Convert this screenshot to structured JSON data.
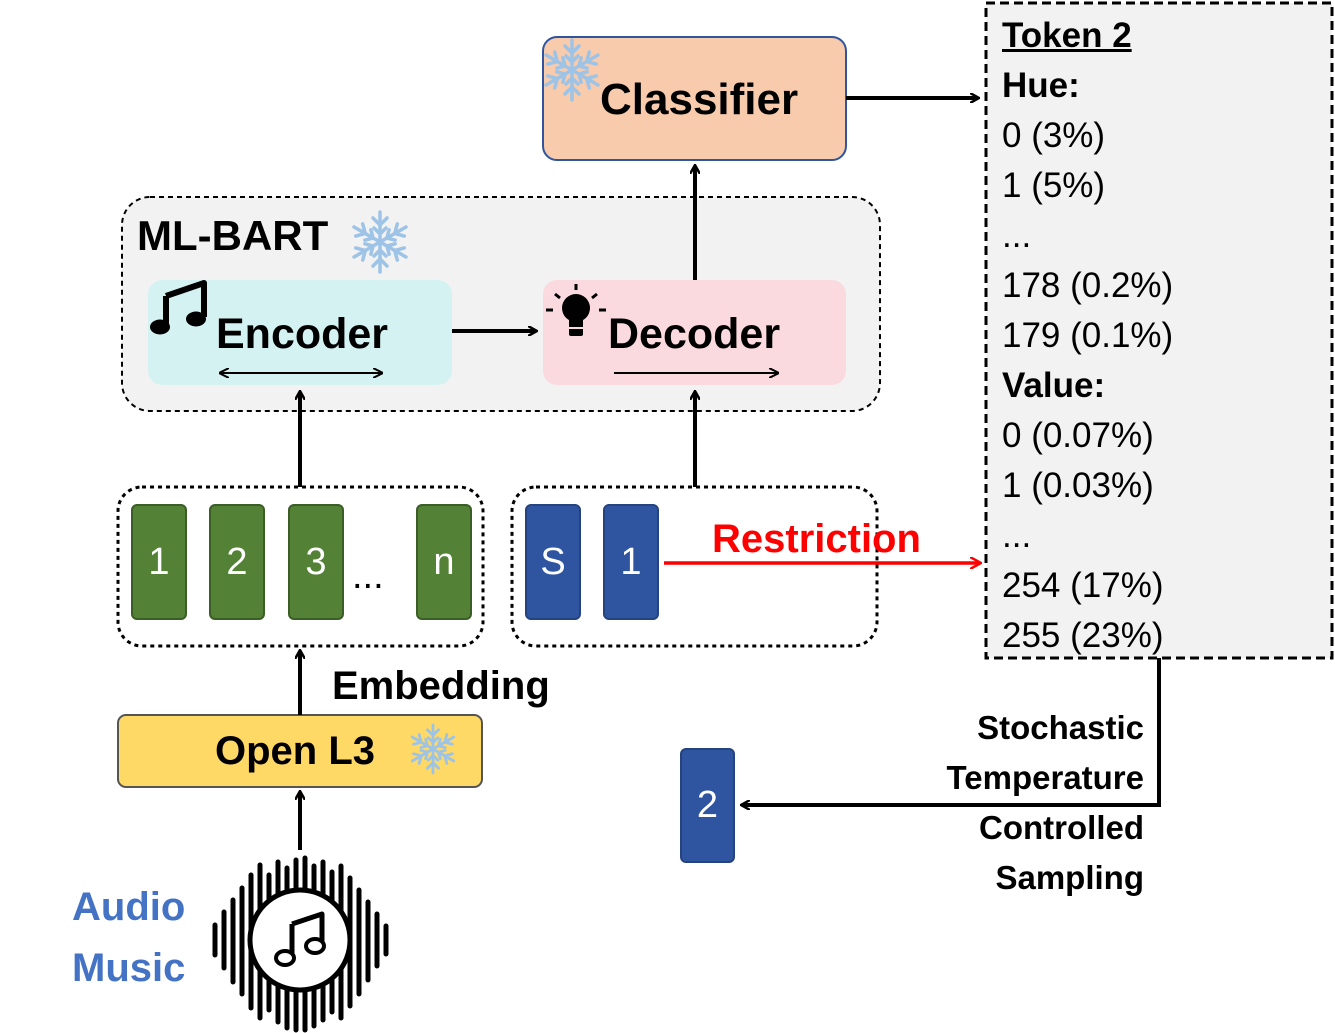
{
  "classifier": {
    "label": "Classifier",
    "icon": "snowflake-icon"
  },
  "ml_bart": {
    "label": "ML-BART",
    "icon": "snowflake-icon",
    "encoder": {
      "label": "Encoder",
      "icon": "music-note-icon"
    },
    "decoder": {
      "label": "Decoder",
      "icon": "lightbulb-icon"
    }
  },
  "encoder_tokens": {
    "items": [
      "1",
      "2",
      "3",
      "n"
    ],
    "ellipsis": "..."
  },
  "decoder_tokens": {
    "items": [
      "S",
      "1"
    ]
  },
  "restriction_label": "Restriction",
  "embedding_label": "Embedding",
  "openl3": {
    "label": "Open L3",
    "icon": "snowflake-icon"
  },
  "audio_label": {
    "line1": "Audio",
    "line2": "Music"
  },
  "token_panel": {
    "title": "Token 2",
    "hue_label": "Hue:",
    "hue_items": [
      "0 (3%)",
      "1 (5%)",
      "...",
      "178 (0.2%)",
      "179 (0.1%)"
    ],
    "value_label": "Value:",
    "value_items": [
      "0 (0.07%)",
      "1 (0.03%)",
      "...",
      "254 (17%)",
      "255 (23%)"
    ]
  },
  "sampling_label": [
    "Stochastic",
    "Temperature",
    "Controlled",
    "Sampling"
  ],
  "output_token": "2",
  "colors": {
    "classifier_fill": "#f8cbad",
    "encoder_fill": "#d5f2f2",
    "decoder_fill": "#fadadf",
    "openl3_fill": "#ffd966",
    "token_green": "#538135",
    "token_blue": "#2f55a0",
    "restriction_red": "#ff0000",
    "audio_text": "#4472c4",
    "snowflake": "#9dc3e6"
  }
}
